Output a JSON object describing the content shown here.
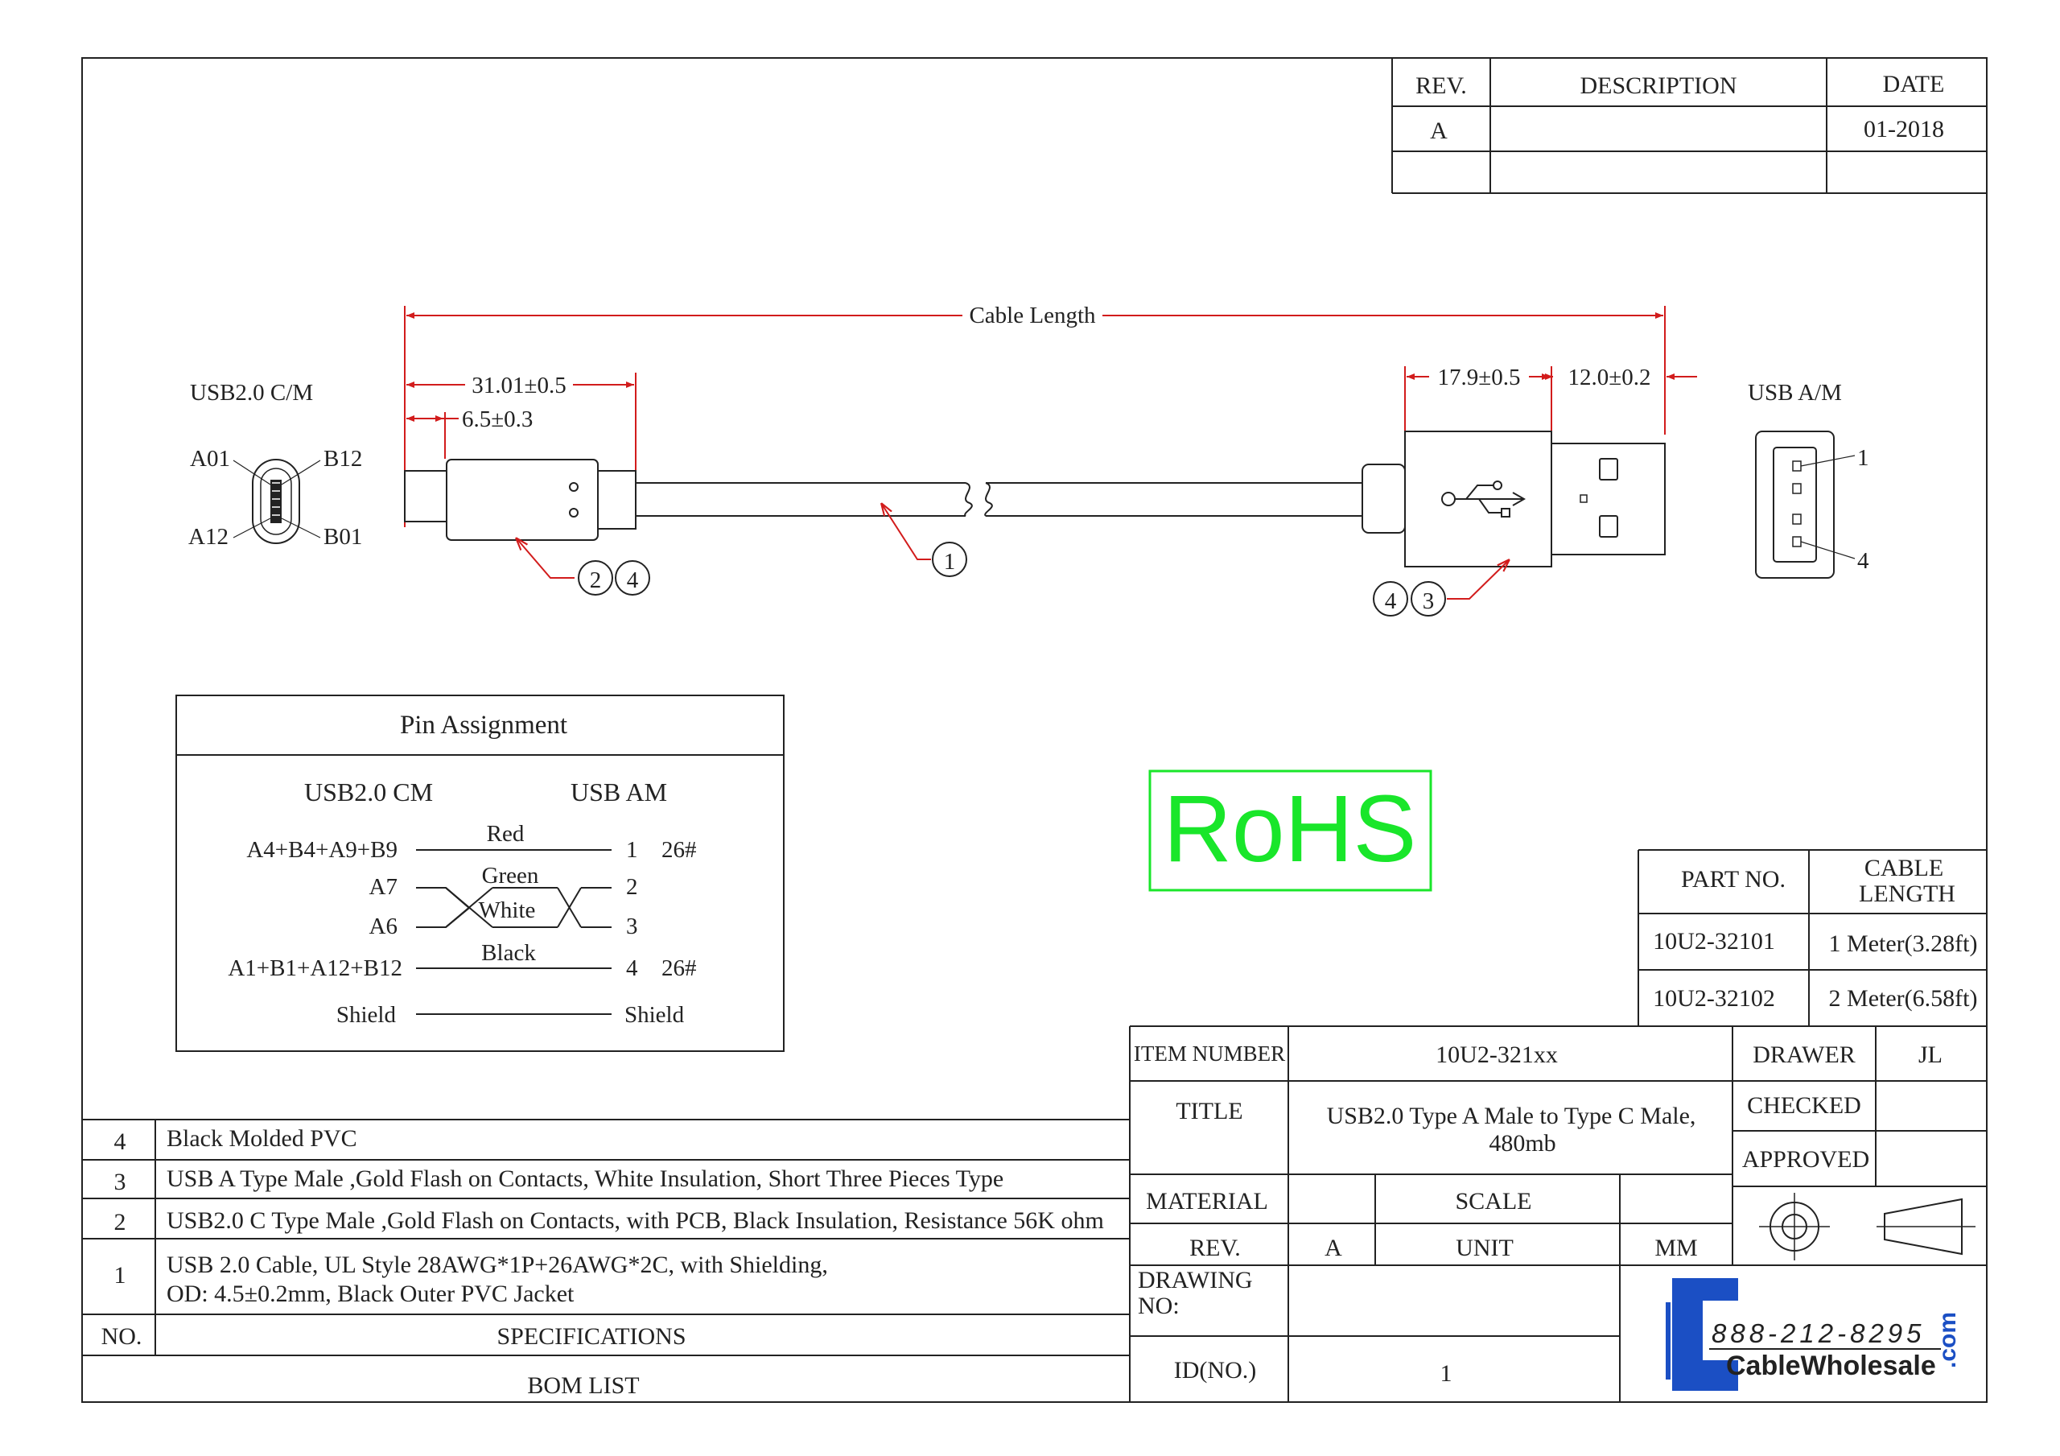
{
  "revision_block": {
    "headers": {
      "rev": "REV.",
      "description": "DESCRIPTION",
      "date": "DATE"
    },
    "rows": [
      {
        "rev": "A",
        "description": "",
        "date": "01-2018"
      }
    ]
  },
  "dimensions": {
    "cable_length": "Cable Length",
    "c_overmold": "31.01±0.5",
    "c_plug": "6.5±0.3",
    "a_overmold": "17.9±0.5",
    "a_plug": "12.0±0.2"
  },
  "connectors": {
    "left_title": "USB2.0 C/M",
    "right_title": "USB A/M",
    "c_pins": {
      "a01": "A01",
      "b12": "B12",
      "a12": "A12",
      "b01": "B01"
    },
    "a_pins": {
      "pin1": "1",
      "pin4": "4"
    }
  },
  "balloons": {
    "c_connector": [
      "2",
      "4"
    ],
    "cable": "1",
    "a_connector": [
      "4",
      "3"
    ]
  },
  "pin_assignment": {
    "title": "Pin Assignment",
    "col_left": "USB2.0 CM",
    "col_right": "USB AM",
    "rows": [
      {
        "left": "A4+B4+A9+B9",
        "wire": "Red",
        "right": "1",
        "gauge": "26#"
      },
      {
        "left": "A7",
        "wire": "Green",
        "right": "2",
        "gauge": ""
      },
      {
        "left": "A6",
        "wire": "White",
        "right": "3",
        "gauge": ""
      },
      {
        "left": "A1+B1+A12+B12",
        "wire": "Black",
        "right": "4",
        "gauge": "26#"
      },
      {
        "left": "Shield",
        "wire": "",
        "right": "Shield",
        "gauge": ""
      }
    ]
  },
  "rohs": {
    "text": "RoHS",
    "color": "#19e62a"
  },
  "part_table": {
    "headers": {
      "part_no": "PART NO.",
      "cable_length_1": "CABLE",
      "cable_length_2": "LENGTH"
    },
    "rows": [
      {
        "part_no": "10U2-32101",
        "length": "1 Meter(3.28ft)"
      },
      {
        "part_no": "10U2-32102",
        "length": "2 Meter(6.58ft)"
      }
    ]
  },
  "title_block": {
    "item_number_label": "ITEM NUMBER",
    "item_number": "10U2-321xx",
    "drawer_label": "DRAWER",
    "drawer": "JL",
    "title_label": "TITLE",
    "title_line1": "USB2.0 Type A Male to Type C Male,",
    "title_line2": "480mb",
    "checked_label": "CHECKED",
    "approved_label": "APPROVED",
    "material_label": "MATERIAL",
    "scale_label": "SCALE",
    "rev_label": "REV.",
    "rev": "A",
    "unit_label": "UNIT",
    "unit": "MM",
    "drawing_no_label_1": "DRAWING",
    "drawing_no_label_2": "NO:",
    "id_label": "ID(NO.)",
    "id": "1"
  },
  "bom": {
    "rows": [
      {
        "no": "4",
        "spec": [
          "Black Molded PVC"
        ]
      },
      {
        "no": "3",
        "spec": [
          "USB A Type Male ,Gold Flash on Contacts, White Insulation, Short Three Pieces Type"
        ]
      },
      {
        "no": "2",
        "spec": [
          "USB2.0 C Type Male ,Gold Flash on Contacts, with PCB, Black Insulation, Resistance 56K ohm"
        ]
      },
      {
        "no": "1",
        "spec": [
          "USB 2.0 Cable, UL Style 28AWG*1P+26AWG*2C, with Shielding,",
          "OD: 4.5±0.2mm, Black Outer PVC Jacket"
        ]
      }
    ],
    "no_label": "NO.",
    "spec_label": "SPECIFICATIONS",
    "list_label": "BOM LIST"
  },
  "logo": {
    "phone": "888-212-8295",
    "brand": "CableWholesale",
    "com": ".com",
    "color": "#1b4fc4"
  }
}
